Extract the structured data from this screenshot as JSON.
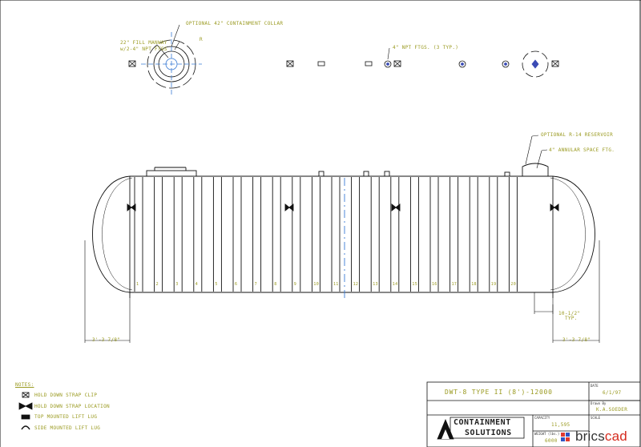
{
  "callouts": {
    "containment_collar": "OPTIONAL 42\" CONTAINMENT COLLAR",
    "fill_manway_line1": "22\" FILL MANWAY",
    "fill_manway_line2": "w/2-4\" NPT FTGS",
    "radius": "R",
    "npt_ftgs": "4\" NPT FTGS. (3 TYP.)",
    "reservoir": "OPTIONAL R-14 RESERVOIR",
    "annular": "4\" ANNULAR SPACE FTG.",
    "dim_left": "3'-3 7/8\"",
    "dim_right": "3'-3 7/8\"",
    "dim_rib_line1": "10-1/2\"",
    "dim_rib_line2": "TYP."
  },
  "rib_numbers": [
    "1",
    "2",
    "3",
    "4",
    "5",
    "6",
    "7",
    "8",
    "9",
    "10",
    "11",
    "12",
    "13",
    "14",
    "15",
    "16",
    "17",
    "18",
    "19",
    "20"
  ],
  "notes": {
    "title": "NOTES:",
    "items": [
      {
        "icon": "hold-down-strap-clip-icon",
        "text": "HOLD DOWN STRAP CLIP"
      },
      {
        "icon": "hold-down-strap-location-icon",
        "text": "HOLD DOWN STRAP LOCATION"
      },
      {
        "icon": "top-mounted-lift-lug-icon",
        "text": "TOP MOUNTED LIFT LUG"
      },
      {
        "icon": "side-mounted-lift-lug-icon",
        "text": "SIDE MOUNTED LIFT LUG"
      }
    ]
  },
  "title_block": {
    "drawing_title": "DWT-8 TYPE II (8')-12000",
    "date_label": "DATE",
    "date": "6/1/97",
    "drawn_by_label": "Drawn By",
    "drawn_by": "K.A.SOEDER",
    "capacity_label": "CAPACITY",
    "capacity": "11,595",
    "weight_label": "WEIGHT (lbs.)",
    "weight": "6000",
    "scale_label": "SCALE",
    "logo_line1": "CONTAINMENT",
    "logo_line2": "SOLUTIONS"
  },
  "watermark": {
    "part1": "brics",
    "part2": "cad"
  },
  "colors": {
    "line": "#111111",
    "annotation": "#9a9a20",
    "centerline": "#3a7bd5",
    "accent": "#d52b1e"
  }
}
